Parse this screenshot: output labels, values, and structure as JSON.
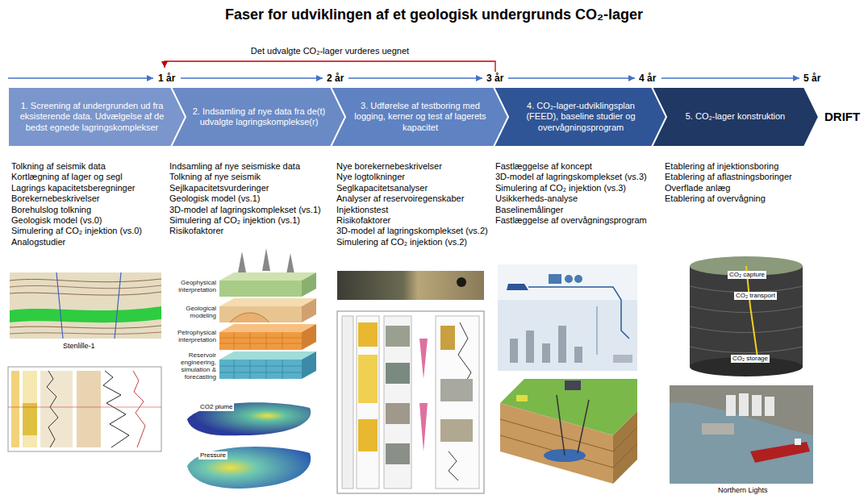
{
  "diagram": {
    "title": "Faser for udviklingen af et geologisk undergrunds CO₂-lager",
    "nodes": [
      {
        "text": [
          "1. Screening af undergrunden ud fra eksisterende data. Udvælgelse af de bedst egnede lagringskomplekser"
        ]
      },
      {
        "text": [
          "2. Indsamling af nye data fra de(t) udvalgte lagringskomplekse(r)"
        ]
      },
      {
        "text": [
          "3. Udførelse af testboring med logging, kerner og test af lagerets kapacitet"
        ]
      },
      {
        "text": [
          "4. CO₂-lager-udviklingsplan (FEED), baseline studier og overvågningsprogram"
        ]
      },
      {
        "text": [
          "5. CO₂-lager konstruktion"
        ]
      }
    ],
    "labels": [
      "1 år",
      "2 år",
      "3 år",
      "4 år",
      "5 år",
      "Det udvalgte CO₂-lager vurderes uegnet",
      "DRIFT",
      "Tolkning af seismik data",
      "Kortlægning af lager og segl",
      "Lagrings kapacitetsberegninger",
      "Borekernebeskrivelser",
      "Borehulslog tolkning",
      "Geologisk model (vs.0)",
      "Simulering af CO₂ injektion (vs.0)",
      "Analogstudier",
      "Indsamling af nye seismiske data",
      "Tolkning af nye seismik",
      "Sejlkapacitetsvurderinger",
      "Geologisk model (vs.1)",
      "3D-model af lagringskomplekset (vs.1)",
      "Simulering af CO₂ injektion (vs.1)",
      "Risikofaktorer",
      "Nye borekernebeskrivelser",
      "Nye logtolkninger",
      "Seglkapacitetsanalyser",
      "Analyser af reservoiregenskaber",
      "Injektionstest",
      "Risikofaktorer",
      "3D-model af lagringskomplekset (vs.2)",
      "Simulering af CO₂ injektion (vs.2)",
      "Fastlæggelse af koncept",
      "3D-model af lagringskomplekset (vs.3)",
      "Simulering af CO₂ injektion (vs.3)",
      "Usikkerheds-analyse",
      "Baselinemålinger",
      "Fastlæggelse af overvågningsprogram",
      "Etablering af injektionsboring",
      "Etablering af aflastningsboringer",
      "Overflade anlæg",
      "Etablering af overvågning",
      "Geophysical interpretation",
      "Geological modeling",
      "Petrophysical interpretation",
      "Reservoir engineering, simulation & forecasting",
      "CO2 plume",
      "Pressure",
      "CO₂ capture",
      "CO₂ transport",
      "CO₂ storage",
      "Stenlille-1",
      "Northern Lights"
    ]
  }
}
